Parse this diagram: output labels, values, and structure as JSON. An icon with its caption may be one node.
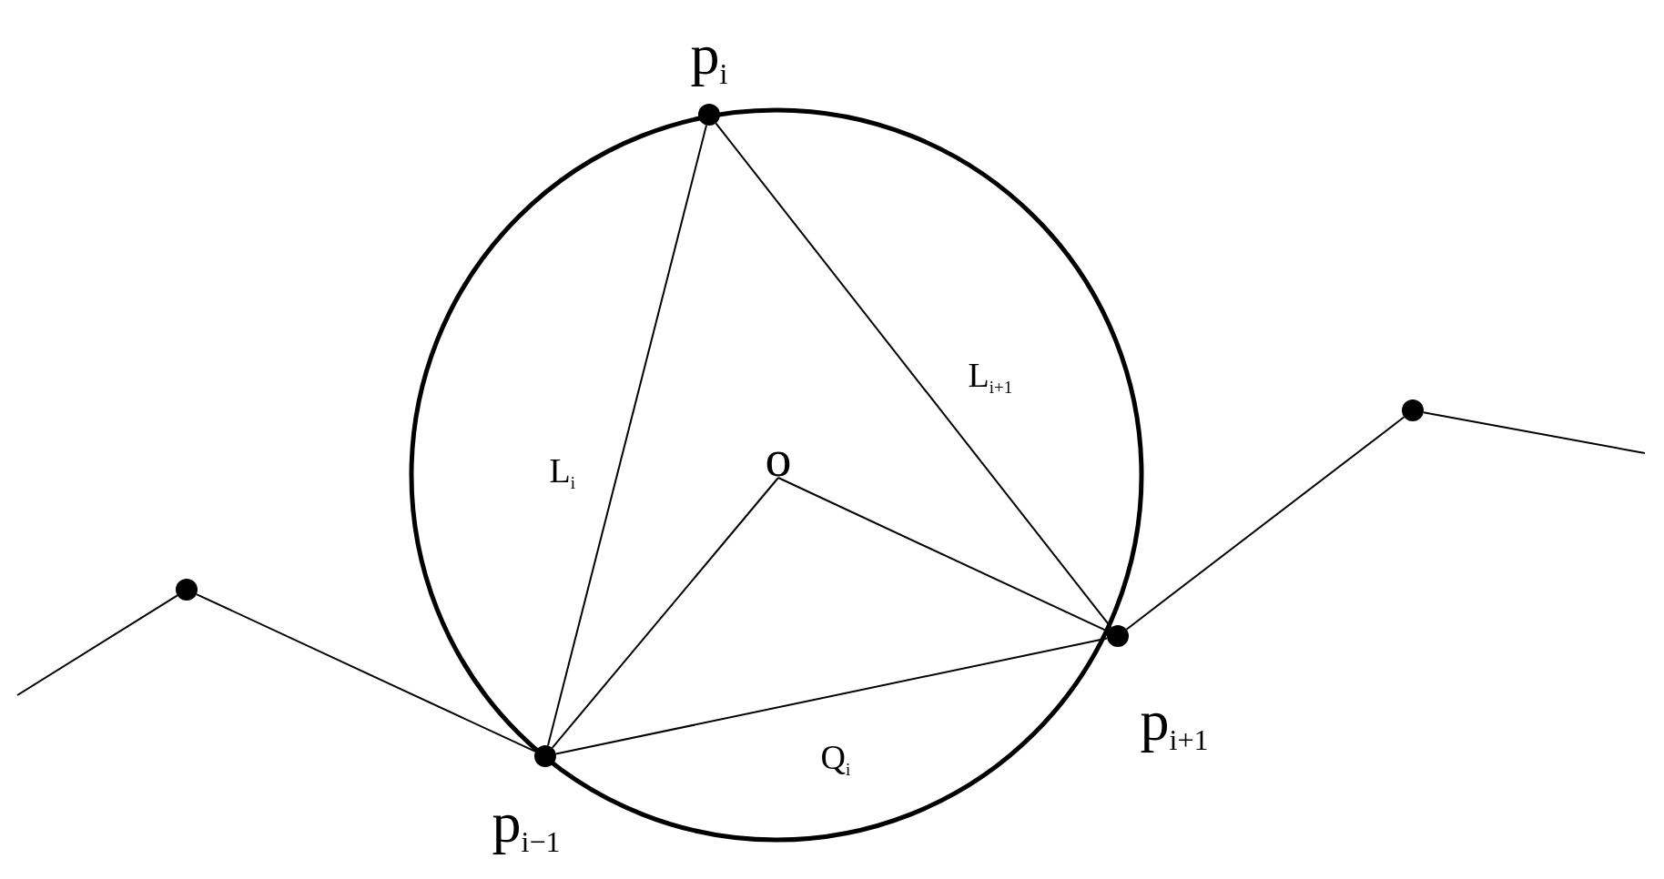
{
  "diagram": {
    "nodes": [
      {
        "text": [],
        "shape": "circle",
        "beside": [
          "p$_{i}$"
        ]
      },
      {
        "text": [
          "o"
        ]
      },
      {
        "text": [],
        "shape": "circle"
      },
      {
        "text": [],
        "shape": "circle",
        "beside": [
          "p$_{i−1}$"
        ]
      },
      {
        "text": [],
        "shape": "circle",
        "beside": [
          "p$_{i+1}$"
        ]
      },
      {
        "text": [],
        "shape": "circle"
      }
    ],
    "edges": [
      {
        "from": null,
        "to": 2,
        "arrow": "none"
      },
      {
        "from": 2,
        "to": 3,
        "arrow": "none"
      },
      {
        "from": 3,
        "to": 0,
        "arrow": "none",
        "label": "L$_{i}$"
      },
      {
        "from": 0,
        "to": 4,
        "arrow": "none",
        "label": "L$_{i+1}$"
      },
      {
        "from": 3,
        "to": 4,
        "arrow": "none",
        "label": "Q$_{i}$"
      },
      {
        "from": 1,
        "to": 3,
        "arrow": "none"
      },
      {
        "from": 1,
        "to": 4,
        "arrow": "none"
      },
      {
        "from": 4,
        "to": 5,
        "arrow": "none"
      },
      {
        "from": 5,
        "to": null,
        "arrow": "none"
      }
    ]
  }
}
